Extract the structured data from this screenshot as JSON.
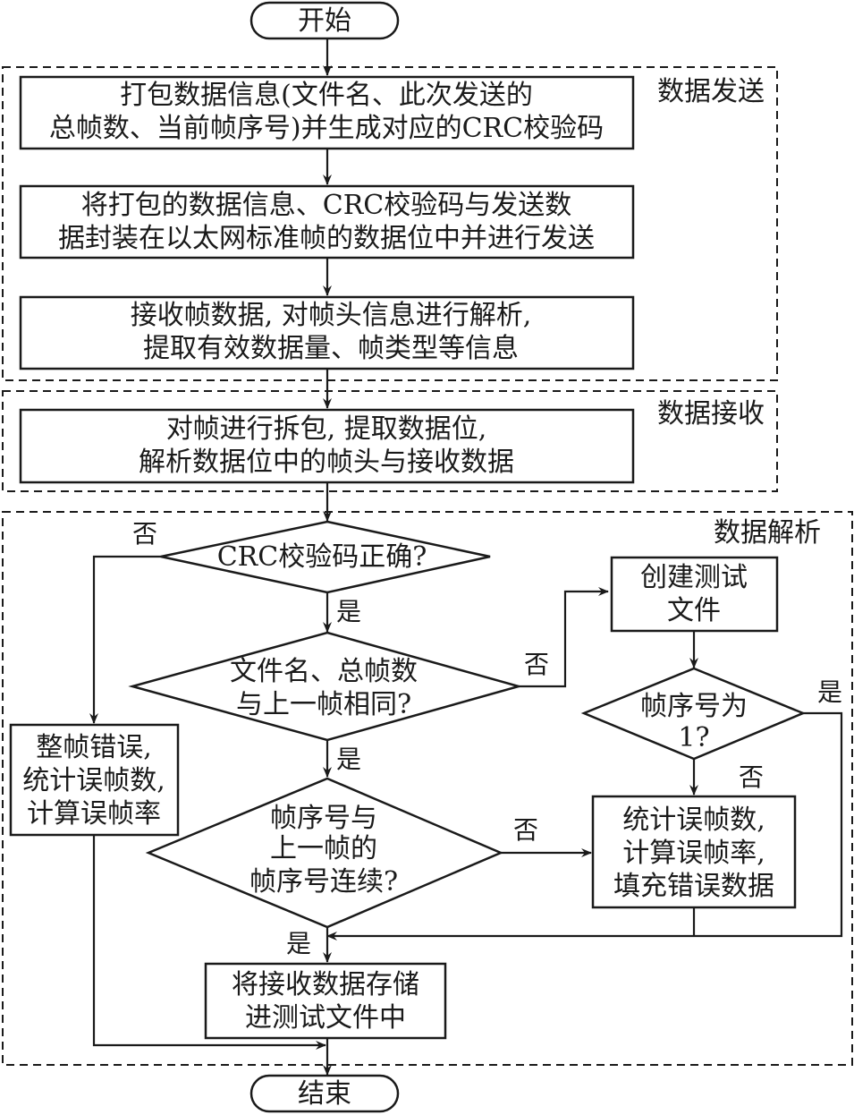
{
  "diagram": {
    "start": "开始",
    "end": "结束",
    "groups": {
      "send": "数据发送",
      "receive": "数据接收",
      "parse": "数据解析"
    },
    "nodes": {
      "pack": [
        "打包数据信息(文件名、此次发送的",
        "总帧数、当前帧序号)并生成对应的CRC校验码"
      ],
      "encapsulate": [
        "将打包的数据信息、CRC校验码与发送数",
        "据封装在以太网标准帧的数据位中并进行发送"
      ],
      "receive_frame": [
        "接收帧数据, 对帧头信息进行解析,",
        "提取有效数据量、帧类型等信息"
      ],
      "unpack": [
        "对帧进行拆包, 提取数据位,",
        "解析数据位中的帧头与接收数据"
      ],
      "crc_check": [
        "CRC校验码正确?"
      ],
      "same_file": [
        "文件名、总帧数",
        "与上一帧相同?"
      ],
      "seq_continuous": [
        "帧序号与",
        "上一帧的",
        "帧序号连续?"
      ],
      "create_file": [
        "创建测试",
        "文件"
      ],
      "seq_is_one": [
        "帧序号为",
        "1?"
      ],
      "whole_frame_error": [
        "整帧错误,",
        "统计误帧数,",
        "计算误帧率"
      ],
      "count_error": [
        "统计误帧数,",
        "计算误帧率,",
        "填充错误数据"
      ],
      "store": [
        "将接收数据存储",
        "进测试文件中"
      ]
    },
    "edge_labels": {
      "yes": "是",
      "no": "否"
    }
  }
}
